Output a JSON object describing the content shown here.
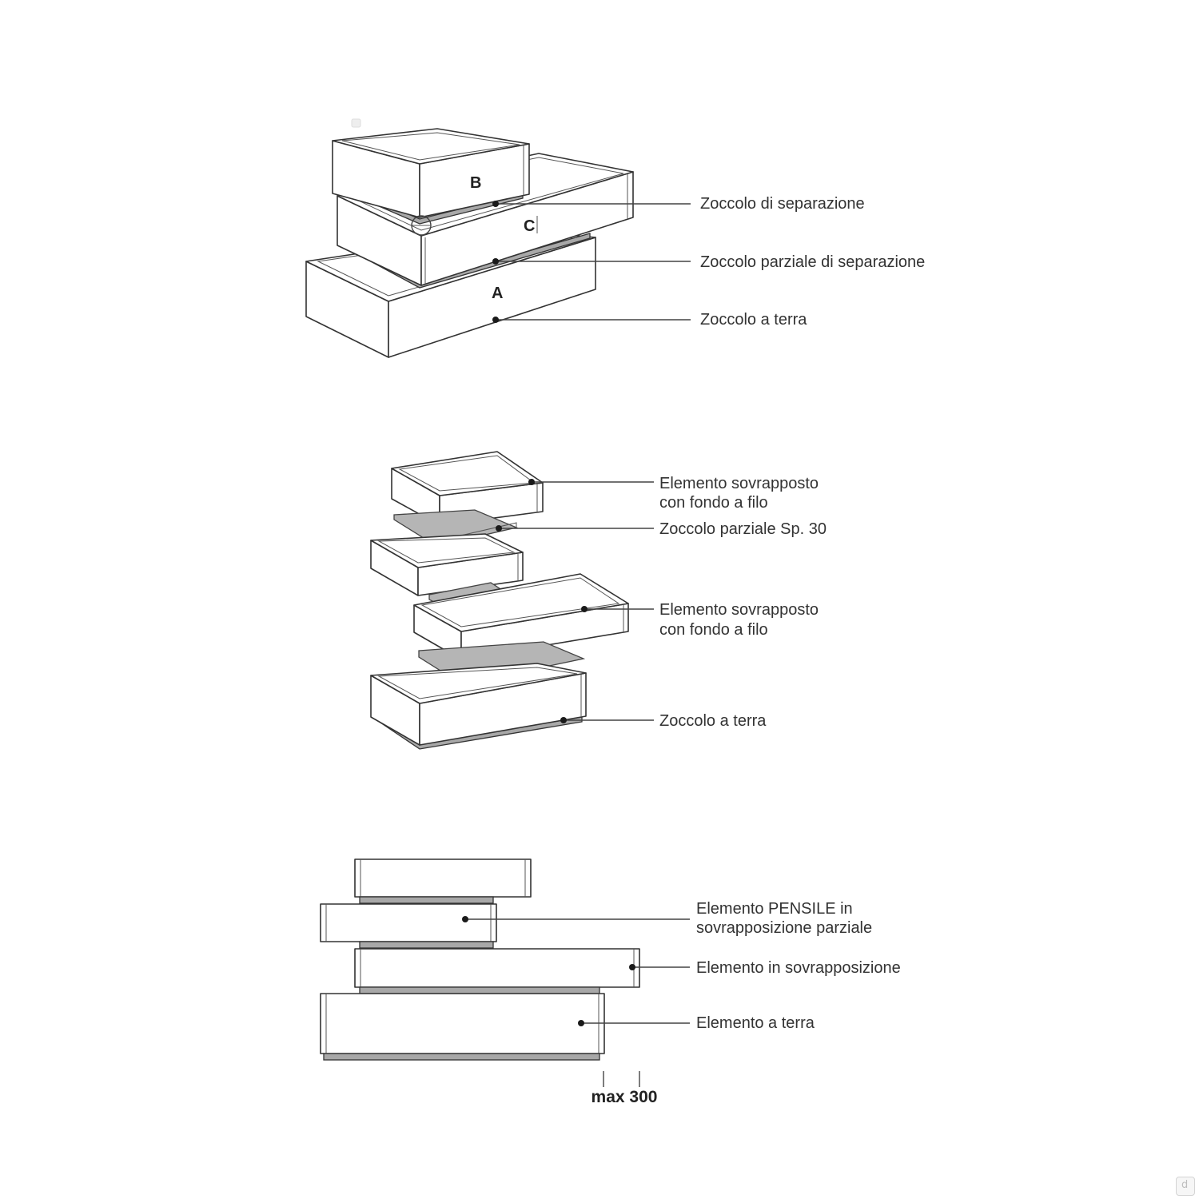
{
  "figure1": {
    "tags": {
      "b": "B",
      "c": "C",
      "a": "A"
    },
    "labels": {
      "separation_plinth": "Zoccolo di separazione",
      "partial_separation_plinth": "Zoccolo parziale di separazione",
      "ground_plinth": "Zoccolo a terra"
    }
  },
  "figure2": {
    "labels": {
      "overlay_top_line1": "Elemento sovrapposto",
      "overlay_top_line2": "con fondo a filo",
      "partial_plinth": "Zoccolo parziale Sp. 30",
      "overlay_mid_line1": "Elemento sovrapposto",
      "overlay_mid_line2": "con fondo a filo",
      "ground_plinth": "Zoccolo a terra"
    }
  },
  "figure3": {
    "labels": {
      "wall_unit_line1": "Elemento PENSILE in",
      "wall_unit_line2": "sovrapposizione parziale",
      "overlay_element": "Elemento in sovrapposizione",
      "ground_element": "Elemento a terra"
    },
    "dimension": "max 300"
  }
}
